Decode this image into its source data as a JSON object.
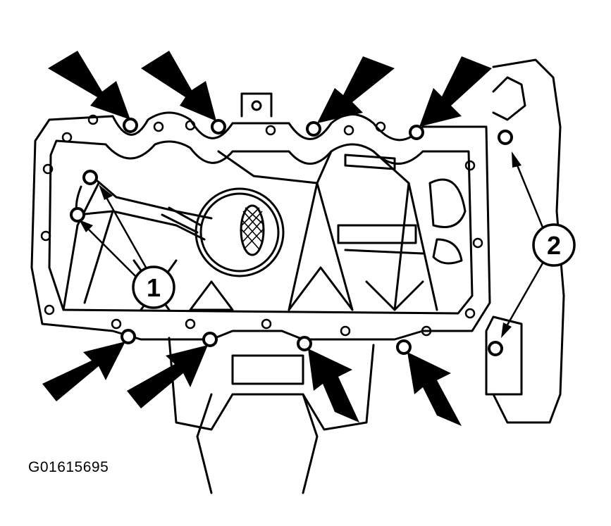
{
  "callouts": [
    {
      "label": "1"
    },
    {
      "label": "2"
    }
  ],
  "figure_code": "G01615695",
  "colors": {
    "ink": "#000000",
    "paper": "#ffffff"
  }
}
